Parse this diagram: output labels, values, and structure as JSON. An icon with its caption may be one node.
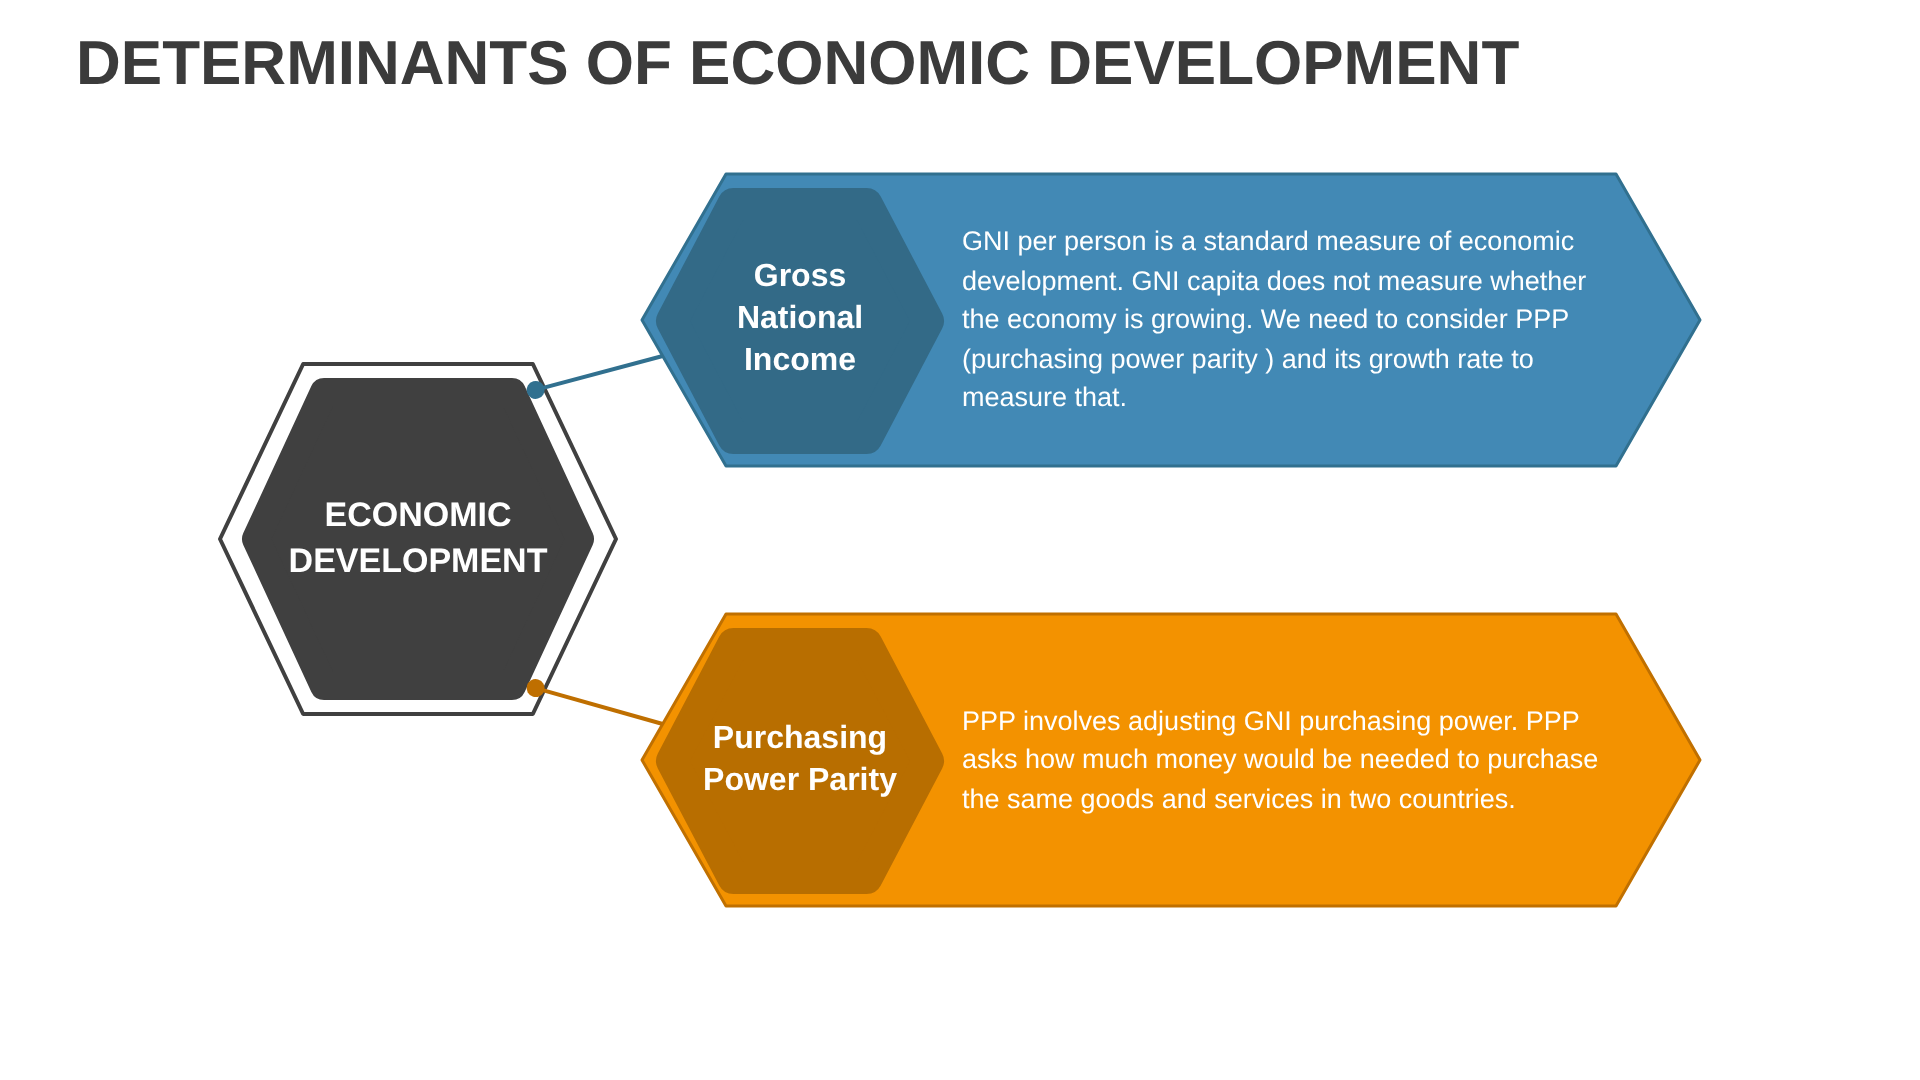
{
  "diagram": {
    "title": "DETERMINANTS OF ECONOMIC DEVELOPMENT",
    "nodes": [
      {
        "text": [
          "ECONOMIC DEVELOPMENT"
        ]
      },
      {
        "text": [
          "GNI per person is a standard measure of economic development. GNI capita does not measure whether the economy is growing. We need to consider PPP (purchasing power parity ) and its growth rate to measure that."
        ]
      },
      {
        "text": [
          "Gross National Income"
        ],
        "in": 1
      },
      {
        "text": [
          "PPP involves adjusting GNI purchasing power. PPP asks how much money would be needed to purchase the same goods and services in two countries."
        ]
      },
      {
        "text": [
          "Purchasing Power Parity"
        ],
        "in": 3
      }
    ],
    "edges": [
      {
        "from": 0,
        "to": 1,
        "arrow": "other",
        "color": "#31708f"
      },
      {
        "from": 0,
        "to": 3,
        "arrow": "other",
        "color": "#bf6f00"
      }
    ]
  }
}
